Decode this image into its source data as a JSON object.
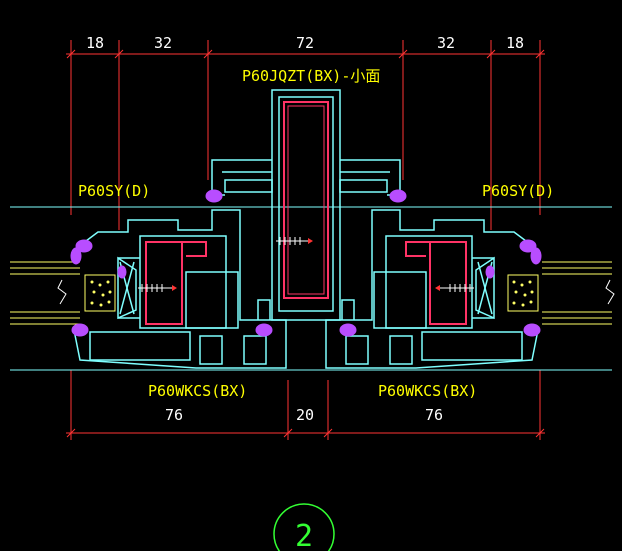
{
  "drawing": {
    "top_dimensions": [
      "18",
      "32",
      "72",
      "32",
      "18"
    ],
    "bottom_dimensions": [
      "76",
      "20",
      "76"
    ],
    "profile_labels": {
      "center_top": "P60JQZT(BX)-小面",
      "left_sash": "P60SY(D)",
      "right_sash": "P60SY(D)",
      "left_frame": "P60WKCS(BX)",
      "right_frame": "P60WKCS(BX)"
    },
    "detail_number": "2"
  },
  "colors": {
    "background": "#000000",
    "dimension": "#ff3333",
    "label": "#ffff00",
    "profile": "#7fffff",
    "reinforcement": "#ff3366",
    "gasket": "#b84dff",
    "glass": "#ffff66",
    "detail_circle": "#33ff33"
  }
}
